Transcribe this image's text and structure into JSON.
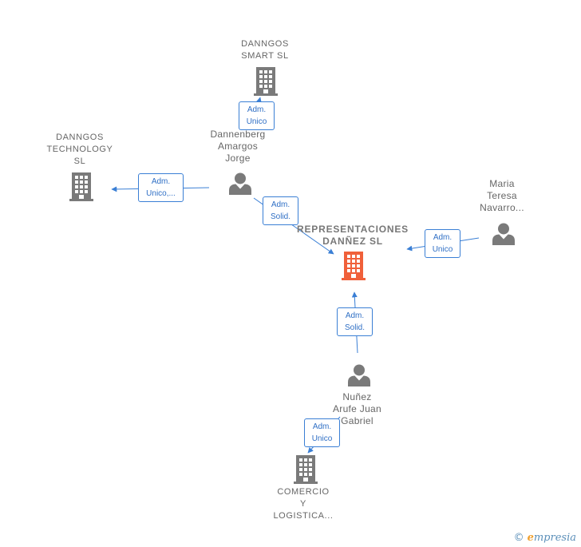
{
  "nodes": {
    "danngos_smart": {
      "label": "DANNGOS\nSMART  SL",
      "kind": "company"
    },
    "danngos_technology": {
      "label": "DANNGOS\nTECHNOLOGY\nSL",
      "kind": "company"
    },
    "dannenberg": {
      "label": "Dannenberg\nAmargos\nJorge",
      "kind": "person"
    },
    "maria": {
      "label": "Maria\nTeresa\nNavarro...",
      "kind": "person"
    },
    "main": {
      "label": "REPRESENTACIONES\nDANÑEZ  SL",
      "kind": "company-main"
    },
    "nunez": {
      "label": "Nuñez\nArufe Juan\nGabriel",
      "kind": "person"
    },
    "comercio": {
      "label": "COMERCIO\nY\nLOGISTICA...",
      "kind": "company"
    }
  },
  "edges": {
    "e1": {
      "line1": "Adm.",
      "line2": "Unico"
    },
    "e2": {
      "line1": "Adm.",
      "line2": "Unico,..."
    },
    "e3": {
      "line1": "Adm.",
      "line2": "Solid."
    },
    "e4": {
      "line1": "Adm.",
      "line2": "Unico"
    },
    "e5": {
      "line1": "Adm.",
      "line2": "Solid."
    },
    "e6": {
      "line1": "Adm.",
      "line2": "Unico"
    }
  },
  "colors": {
    "company": "#7a7a7a",
    "main_company": "#f0603a",
    "person": "#7a7a7a",
    "edge": "#3a7fd5"
  },
  "watermark": {
    "copyright": "©",
    "brand_e": "e",
    "brand_rest": "mpresia"
  }
}
